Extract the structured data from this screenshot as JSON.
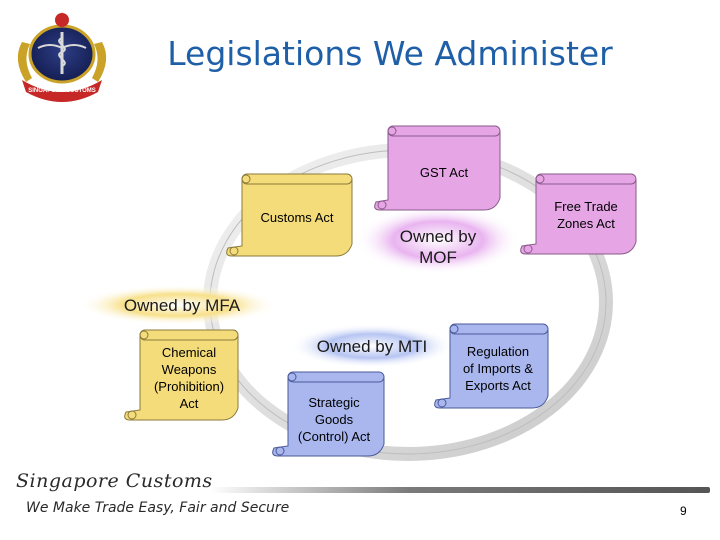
{
  "slide": {
    "title": "Legislations We Administer",
    "page_number": "9"
  },
  "logo": {
    "text": "SINGAPORE CUSTOMS"
  },
  "diagram": {
    "owners": {
      "mof": "Owned by\nMOF",
      "mfa": "Owned by MFA",
      "mti": "Owned by MTI"
    },
    "acts": {
      "gst": "GST Act",
      "customs": "Customs Act",
      "ftz": "Free Trade\nZones Act",
      "chemical": "Chemical\nWeapons\n(Prohibition)\nAct",
      "strategic": "Strategic\nGoods\n(Control) Act",
      "regulation": "Regulation\nof Imports &\nExports Act"
    },
    "colors": {
      "gst": "#e6a6e6",
      "customs": "#f4dc7a",
      "ftz": "#e6a6e6",
      "chemical": "#f4dc7a",
      "strategic": "#a9b7ee",
      "regulation": "#a9b7ee",
      "ring": "#d9d9d9",
      "title": "#1f5fa8"
    }
  },
  "footer": {
    "organization": "Singapore Customs",
    "tagline": "We Make Trade Easy, Fair and Secure"
  }
}
